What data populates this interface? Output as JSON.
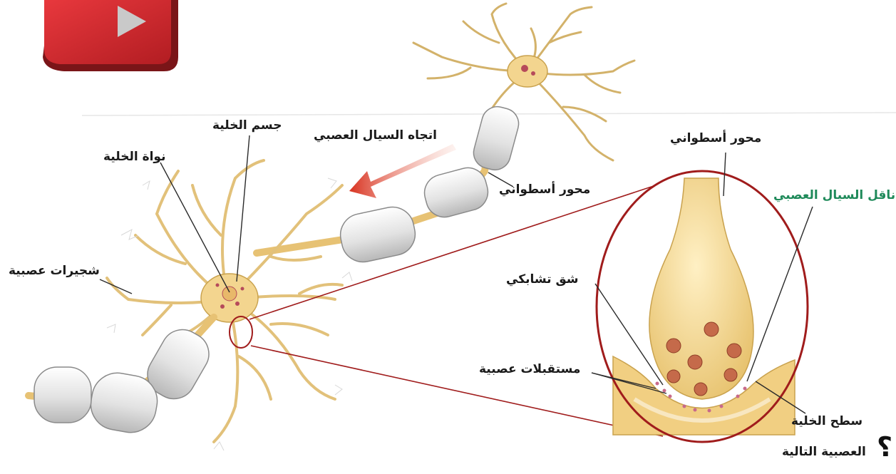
{
  "labels": {
    "cell_body": "جسم الخلية",
    "signal_direction": "اتجاه السيال العصبي",
    "nucleus": "نواة الخلية",
    "axon_top": "محور أسطواني",
    "axon_bottom": "محور أسطواني",
    "dendrites": "شجيرات عصبية",
    "neurotransmitter": "ناقل السيال العصبي",
    "synaptic_cleft": "شق تشابكي",
    "receptors": "مستقبلات عصبية",
    "next_cell_line1": "سطح الخلية",
    "next_cell_line2": "العصبية التالية",
    "question_mark": "؟"
  },
  "colors": {
    "neuron_fill": "#f3d58f",
    "neuron_stroke": "#c9a24e",
    "myelin": "#e4e4e4",
    "magnify_circle": "#a01c1c",
    "arrow": "#d8321f",
    "logo": "#d7262b",
    "vesicle": "#c56a4a",
    "label_green": "#1f8a5a"
  },
  "icons": {
    "logo": "play-logo-icon"
  }
}
